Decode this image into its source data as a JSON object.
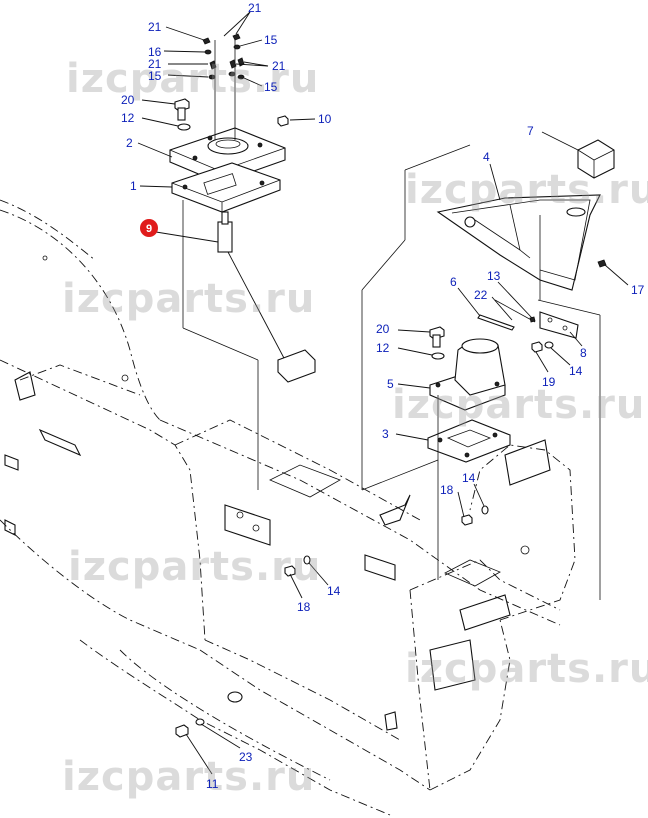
{
  "watermark_text": "izcparts.ru",
  "highlighted_part": "9",
  "labels": {
    "l21a": "21",
    "l21b": "21",
    "l21c": "21",
    "l15a": "15",
    "l15b": "15",
    "l15c": "15",
    "l16": "16",
    "l20a": "20",
    "l12a": "12",
    "l10": "10",
    "l2": "2",
    "l1": "1",
    "l9": "9",
    "l7": "7",
    "l4": "4",
    "l17": "17",
    "l6": "6",
    "l13": "13",
    "l22": "22",
    "l20b": "20",
    "l12b": "12",
    "l5": "5",
    "l19": "19",
    "l14a": "14",
    "l8": "8",
    "l3": "3",
    "l18a": "18",
    "l14b": "14",
    "l18b": "18",
    "l14c": "14",
    "l23": "23",
    "l11": "11"
  },
  "colors": {
    "label": "#0b1fb8",
    "highlight": "#e01c1c",
    "watermark": "#9a9a9a"
  }
}
